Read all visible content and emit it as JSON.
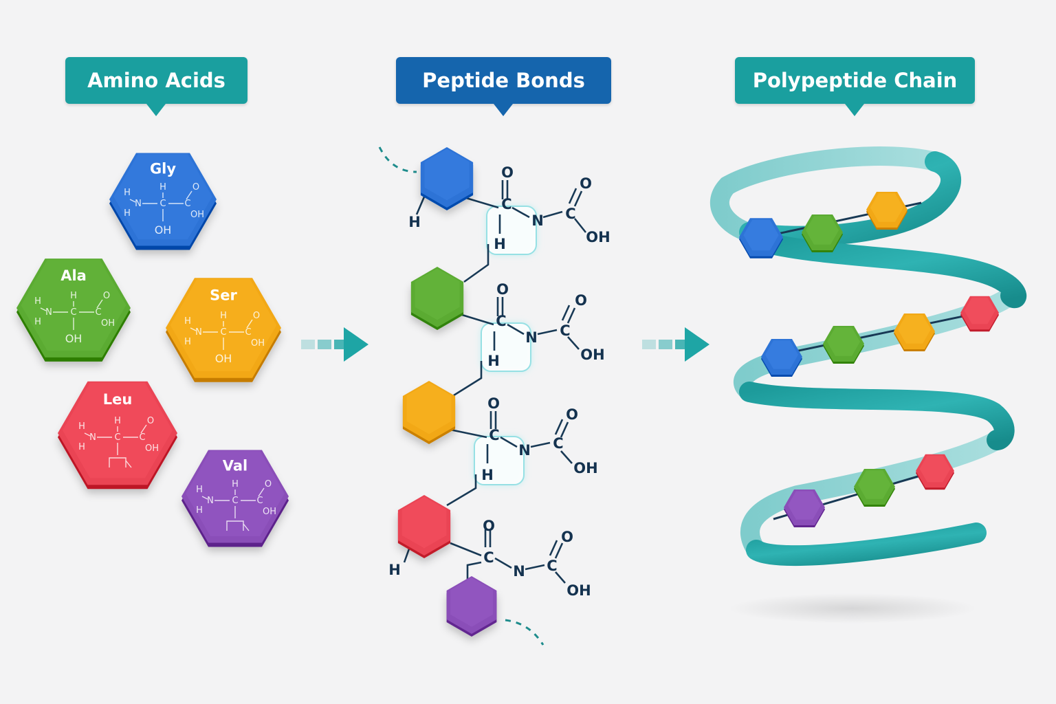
{
  "sections": {
    "amino_acids": {
      "title": "Amino Acids",
      "color": "#1a9f9f"
    },
    "peptide_bonds": {
      "title": "Peptide Bonds",
      "color": "#1565ad"
    },
    "polypeptide_chain": {
      "title": "Polypeptide Chain",
      "color": "#1a9f9f"
    }
  },
  "amino_acids": [
    {
      "abbr": "Gly",
      "color": "#2d73d6"
    },
    {
      "abbr": "Ala",
      "color": "#5bab32"
    },
    {
      "abbr": "Ser",
      "color": "#f2a816"
    },
    {
      "abbr": "Leu",
      "color": "#ea4454"
    },
    {
      "abbr": "Val",
      "color": "#8a4eb8"
    }
  ],
  "atoms": {
    "oxygen": "O",
    "carbon": "C",
    "nitrogen": "N",
    "hydrogen": "H",
    "hydroxyl": "OH"
  },
  "arrow_color": "#1ea5a5",
  "helix_color": "#2aa8a8"
}
